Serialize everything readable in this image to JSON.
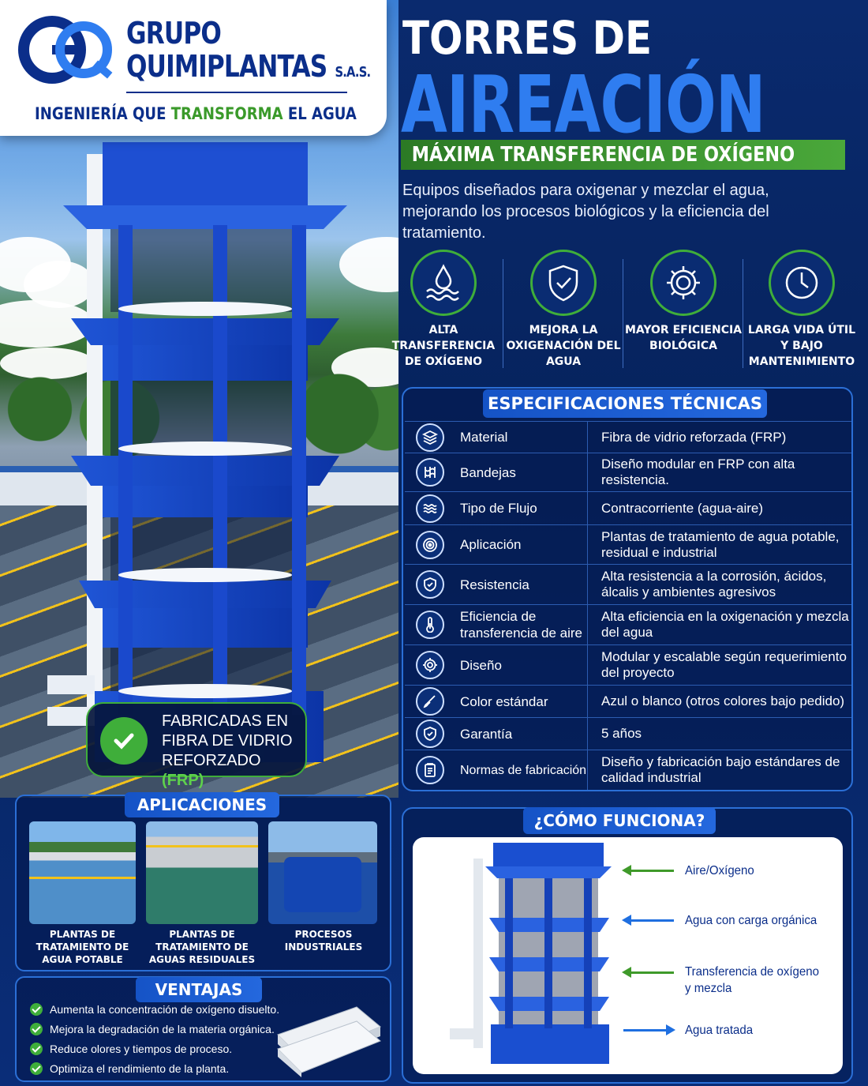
{
  "brand": {
    "line1": "GRUPO",
    "line2": "QUIMIPLANTAS",
    "suffix": "S.A.S.",
    "tagline_part1": "INGENIERÍA QUE ",
    "tagline_part2": "TRANSFORMA",
    "tagline_part3": " EL AGUA",
    "colors": {
      "blue": "#0b2e8a",
      "green": "#3a9a2a"
    }
  },
  "title": {
    "line1": "TORRES DE",
    "line2": "AIREACIÓN",
    "banner": "MÁXIMA TRANSFERENCIA DE OXÍGENO",
    "intro": "Equipos diseñados para oxigenar y mezclar el agua, mejorando los procesos biológicos y la eficiencia del tratamiento."
  },
  "features": [
    {
      "icon": "water-drop-icon",
      "label": "ALTA TRANSFERENCIA DE OXÍGENO"
    },
    {
      "icon": "shield-check-icon",
      "label": "MEJORA LA OXIGENACIÓN DEL AGUA"
    },
    {
      "icon": "gear-icon",
      "label": "MAYOR EFICIENCIA BIOLÓGICA"
    },
    {
      "icon": "clock-icon",
      "label": "LARGA VIDA ÚTIL Y BAJO MANTENIMIENTO"
    }
  ],
  "specs": {
    "title": "ESPECIFICACIONES TÉCNICAS",
    "rows": [
      {
        "icon": "layers-icon",
        "key": "Material",
        "value": "Fibra de vidrio reforzada (FRP)"
      },
      {
        "icon": "trays-icon",
        "key": "Bandejas",
        "value": "Diseño modular en FRP con alta resistencia."
      },
      {
        "icon": "waves-icon",
        "key": "Tipo de Flujo",
        "value": "Contracorriente (agua-aire)"
      },
      {
        "icon": "target-icon",
        "key": "Aplicación",
        "value": "Plantas de tratamiento de agua potable, residual e industrial"
      },
      {
        "icon": "shield-icon",
        "key": "Resistencia",
        "value": "Alta resistencia a la corrosión, ácidos, álcalis y ambientes agresivos"
      },
      {
        "icon": "thermometer-icon",
        "key": "Eficiencia de transferencia de aire",
        "value": "Alta eficiencia en la oxigenación y mezcla del agua"
      },
      {
        "icon": "design-gear-icon",
        "key": "Diseño",
        "value": "Modular y escalable según requerimiento del proyecto"
      },
      {
        "icon": "paint-brush-icon",
        "key": "Color estándar",
        "value": "Azul o blanco (otros colores bajo pedido)"
      },
      {
        "icon": "warranty-shield-icon",
        "key": "Garantía",
        "value": "5 años"
      },
      {
        "icon": "clipboard-icon",
        "key": "Normas de fabricación",
        "value": "Diseño y fabricación bajo estándares de calidad industrial"
      }
    ]
  },
  "badge": {
    "text": "FABRICADAS EN FIBRA DE VIDRIO REFORZADO",
    "highlight": "(FRP)"
  },
  "apps": {
    "title": "APLICACIONES",
    "items": [
      {
        "label": "PLANTAS DE TRATAMIENTO DE AGUA POTABLE"
      },
      {
        "label": "PLANTAS DE TRATAMIENTO DE AGUAS RESIDUALES"
      },
      {
        "label": "PROCESOS INDUSTRIALES"
      }
    ]
  },
  "ventajas": {
    "title": "VENTAJAS",
    "items": [
      "Aumenta la concentración de oxígeno disuelto.",
      "Mejora la degradación de la materia orgánica.",
      "Reduce olores y tiempos de proceso.",
      "Optimiza el rendimiento de la planta."
    ]
  },
  "how": {
    "title": "¿CÓMO FUNCIONA?",
    "labels": [
      {
        "text": "Aire/Oxígeno",
        "color": "#3f9a2a"
      },
      {
        "text": "Agua con carga orgánica",
        "color": "#1f6fe0"
      },
      {
        "text": "Transferencia de oxígeno y mezcla",
        "color": "#3f9a2a"
      },
      {
        "text": "Agua tratada",
        "color": "#1f6fe0"
      }
    ]
  }
}
